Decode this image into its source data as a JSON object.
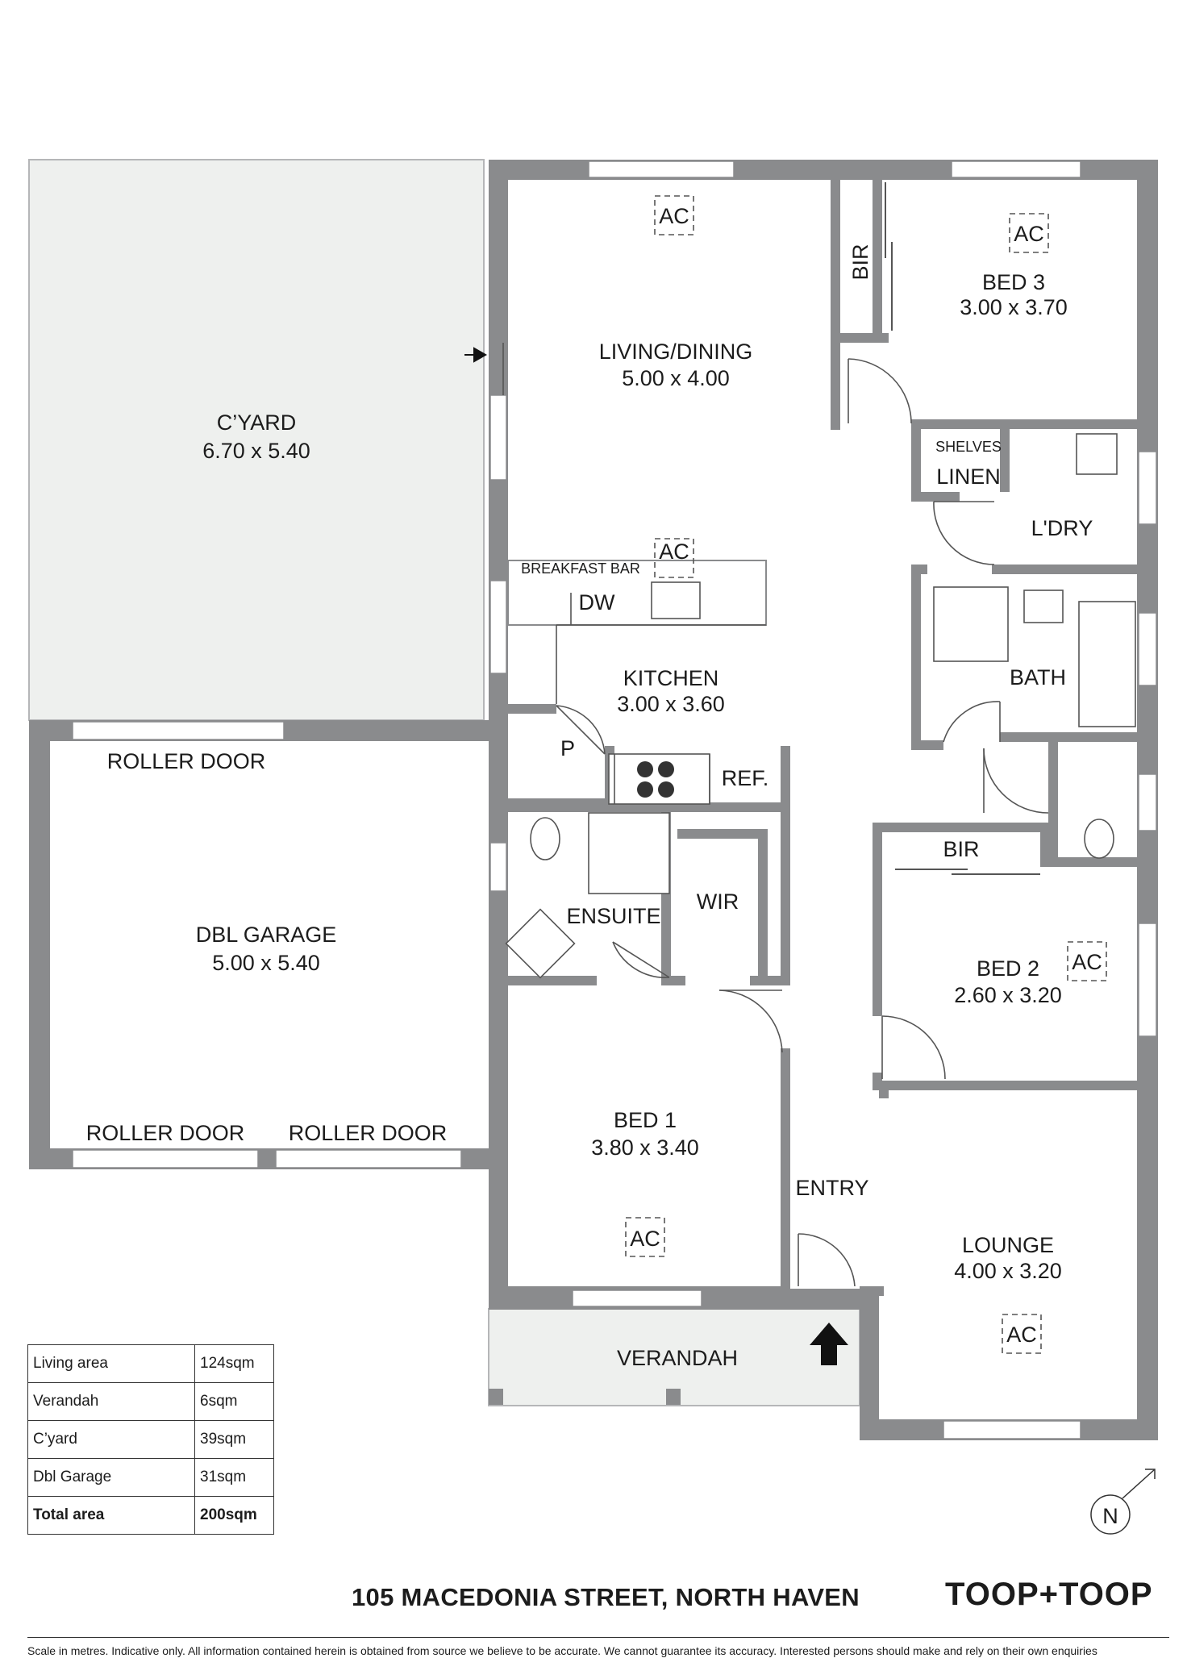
{
  "rooms": {
    "courtyard": {
      "name": "C’YARD",
      "size": "6.70 x 5.40"
    },
    "living_dining": {
      "name": "LIVING/DINING",
      "size": "5.00 x 4.00"
    },
    "bed3": {
      "name": "BED 3",
      "size": "3.00 x 3.70"
    },
    "kitchen": {
      "name": "KITCHEN",
      "size": "3.00 x 3.60"
    },
    "dbl_garage": {
      "name": "DBL GARAGE",
      "size": "5.00 x 5.40"
    },
    "bed2": {
      "name": "BED 2",
      "size": "2.60 x 3.20"
    },
    "bed1": {
      "name": "BED 1",
      "size": "3.80 x 3.40"
    },
    "lounge": {
      "name": "LOUNGE",
      "size": "4.00 x 3.20"
    },
    "ensuite": {
      "name": "ENSUITE"
    },
    "wir": {
      "name": "WIR"
    },
    "laundry": {
      "name": "L'DRY"
    },
    "bath": {
      "name": "BATH"
    },
    "entry": {
      "name": "ENTRY"
    },
    "verandah": {
      "name": "VERANDAH"
    }
  },
  "labels": {
    "ac": "AC",
    "bir": "BIR",
    "shelves": "SHELVES",
    "linen": "LINEN",
    "breakfast_bar": "BREAKFAST BAR",
    "dw": "DW",
    "pantry": "P",
    "ref": "REF.",
    "roller_door": "ROLLER DOOR",
    "north": "N"
  },
  "area_table": [
    {
      "label": "Living area",
      "value": "124sqm"
    },
    {
      "label": "Verandah",
      "value": "6sqm"
    },
    {
      "label": "C’yard",
      "value": "39sqm"
    },
    {
      "label": "Dbl Garage",
      "value": "31sqm"
    },
    {
      "label": "Total area",
      "value": "200sqm"
    }
  ],
  "footer": {
    "address": "105 MACEDONIA STREET, NORTH HAVEN",
    "brand": "TOOP+TOOP",
    "disclaimer": "Scale in metres. Indicative only. All information contained herein is obtained from source we believe to be accurate. We cannot guarantee its accuracy. Interested persons should make and rely on their own enquiries"
  },
  "colors": {
    "wall": "#8a8b8d",
    "courtyard_fill": "#eef0ee",
    "text": "#1c1c1c"
  }
}
